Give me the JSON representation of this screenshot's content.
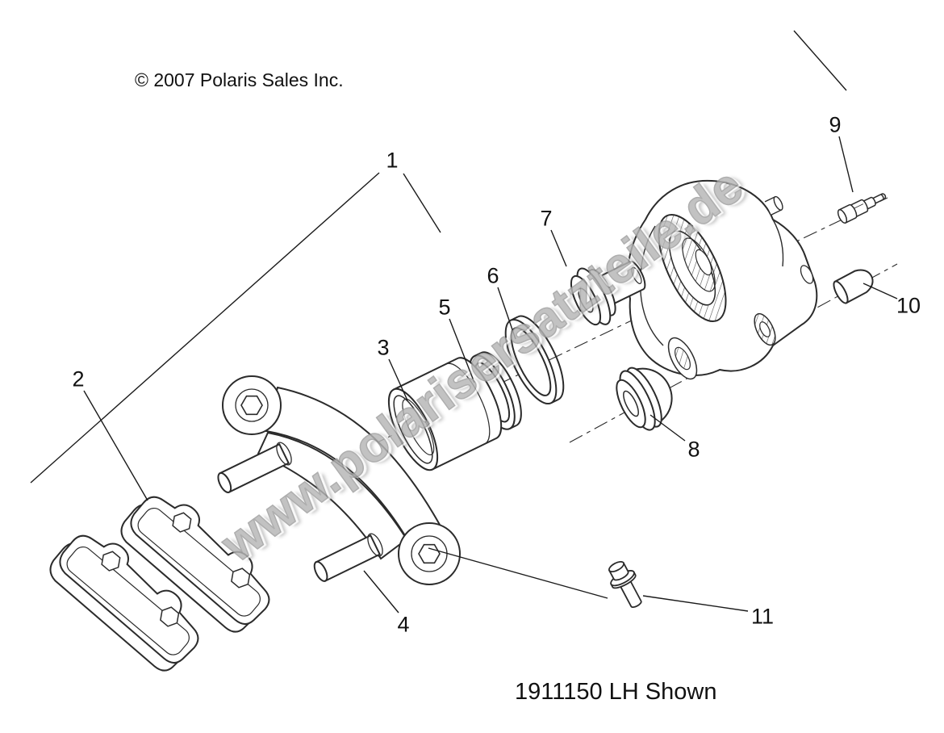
{
  "header": {
    "copyright": "© 2007 Polaris Sales Inc."
  },
  "watermark": {
    "text": "www.polarisersatzteile.de"
  },
  "caption": {
    "text": "1911150 LH Shown"
  },
  "diagram": {
    "labels": [
      "1",
      "2",
      "3",
      "4",
      "5",
      "6",
      "7",
      "8",
      "9",
      "10",
      "11"
    ],
    "colors": {
      "line": "#2b2b2b",
      "leader": "#1a1a1a",
      "watermark": "#b5b5b5",
      "background": "#ffffff"
    }
  }
}
